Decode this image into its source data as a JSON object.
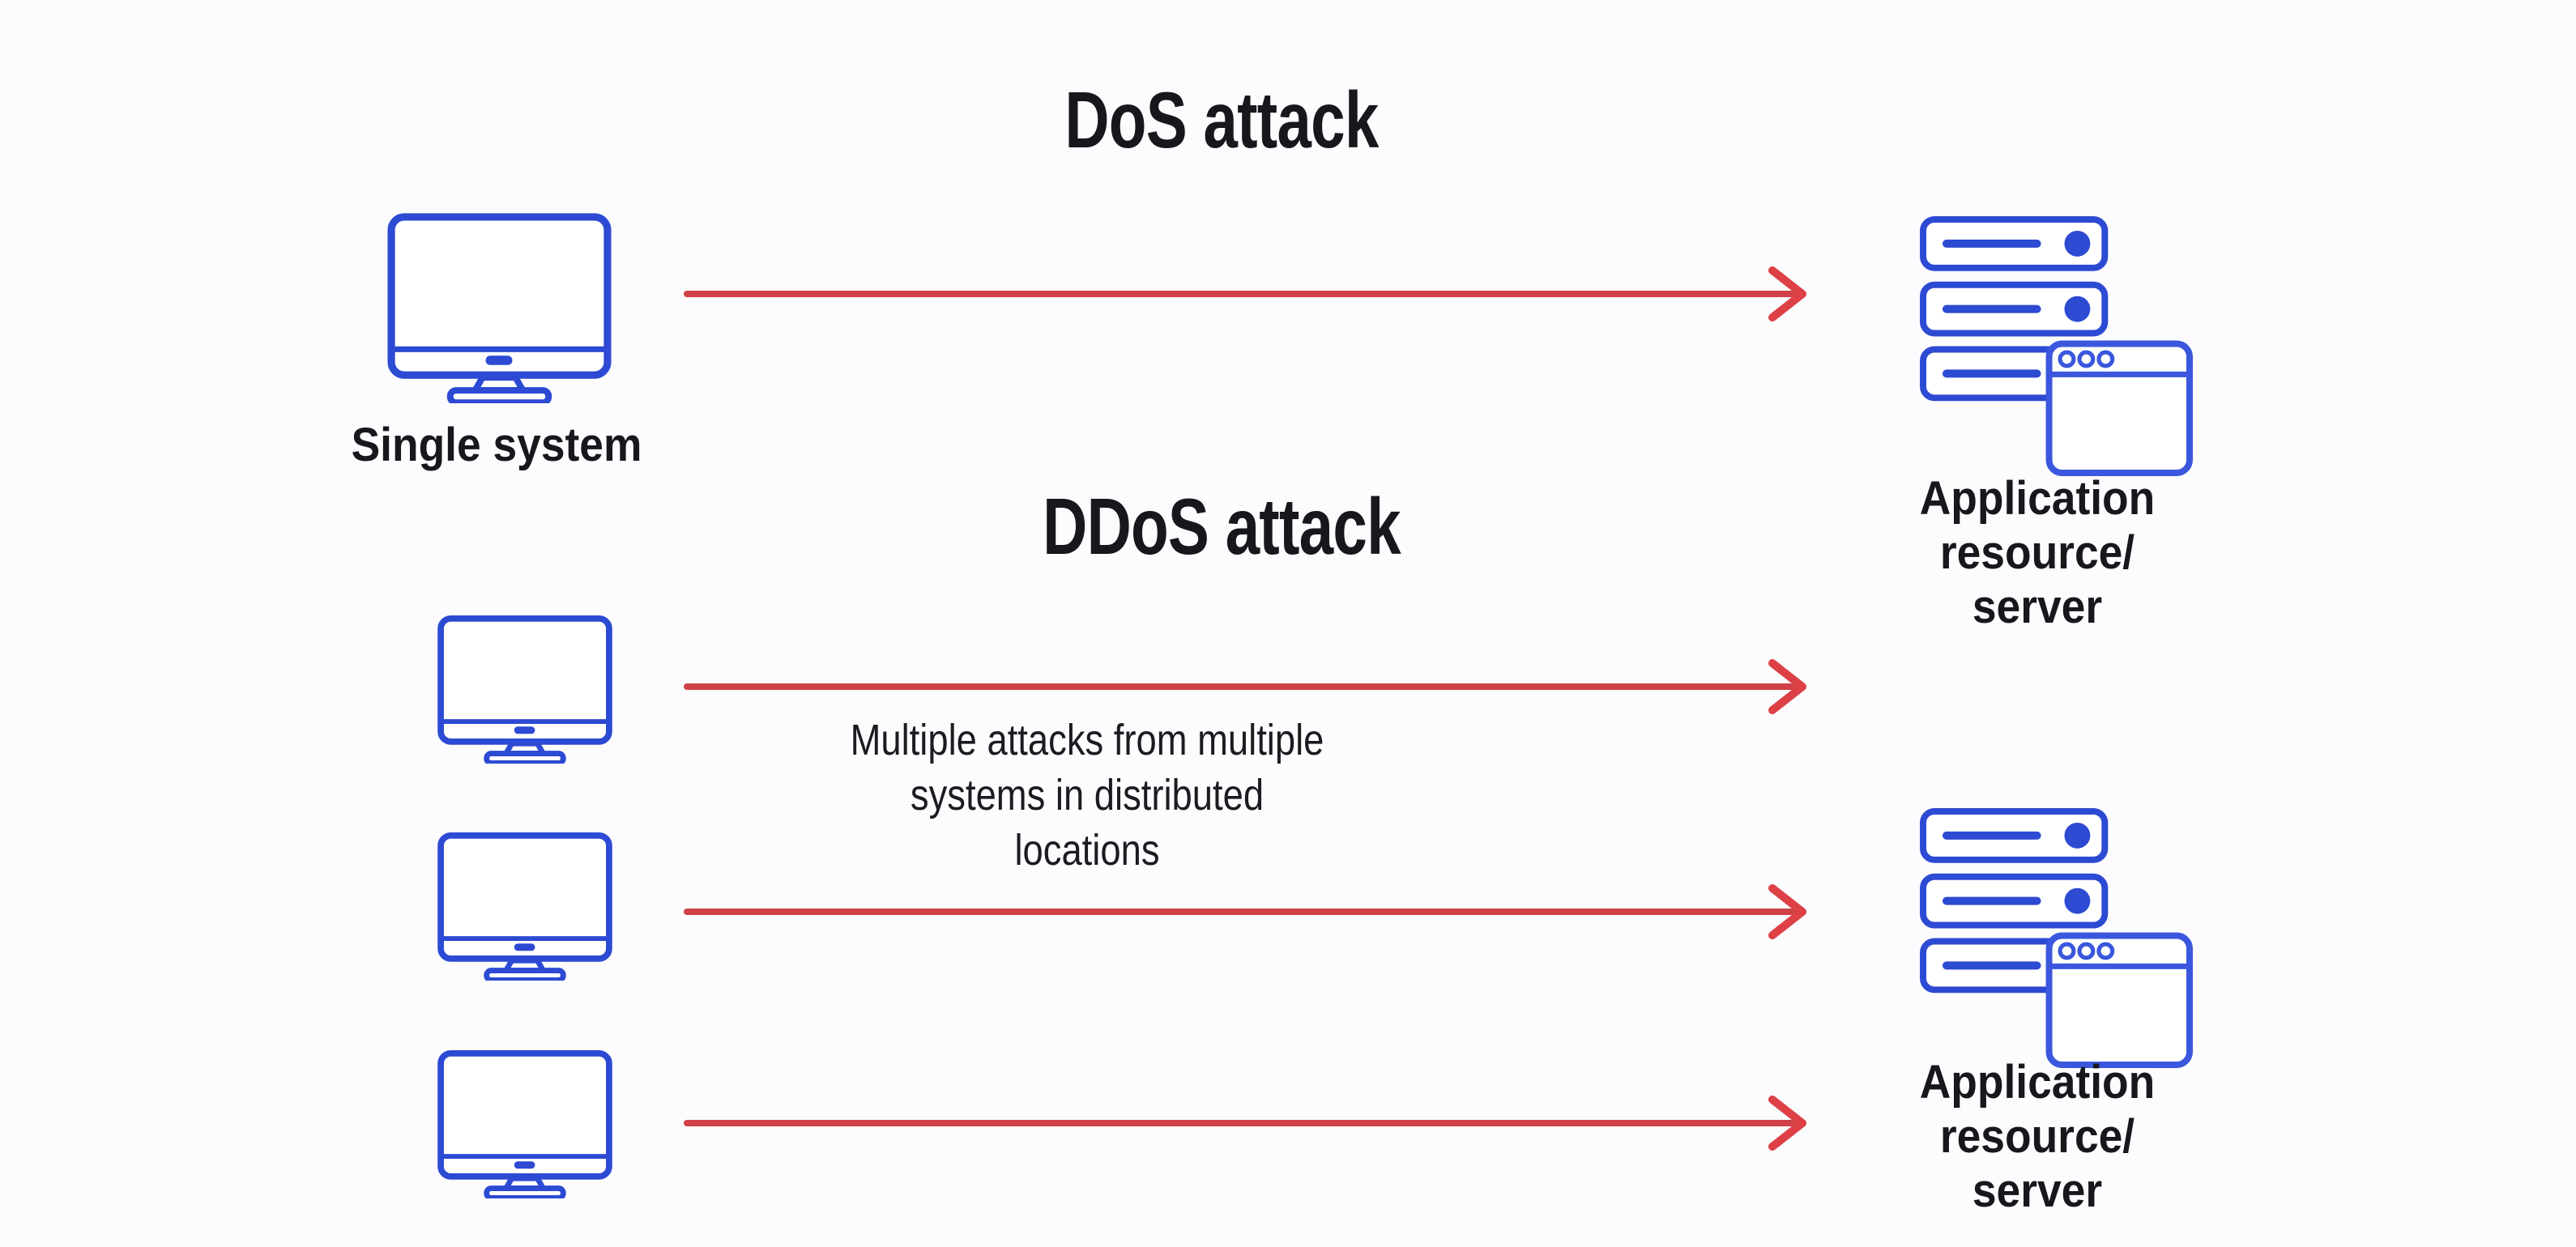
{
  "colors": {
    "background": "#fcfcff",
    "icon_blue": "#2d4ad3",
    "browser_blue": "#3a57dd",
    "arrow_red_line": "#d04247",
    "arrow_red_head": "#dd4045",
    "text_dark": "#17181c"
  },
  "dos_section": {
    "title": "DoS attack",
    "source_label": "Single system",
    "target_label": {
      "line1": "Application",
      "line2": "resource/",
      "line3": "server"
    }
  },
  "ddos_section": {
    "title": "DDoS attack",
    "description": {
      "line1": "Multiple attacks from multiple",
      "line2": "systems in distributed",
      "line3": "locations"
    },
    "target_label": {
      "line1": "Application",
      "line2": "resource/",
      "line3": "server"
    }
  },
  "icons": {
    "monitor": "desktop-monitor-icon",
    "server_group": "server-stack-with-browser-icon",
    "arrow": "attack-arrow-icon"
  }
}
